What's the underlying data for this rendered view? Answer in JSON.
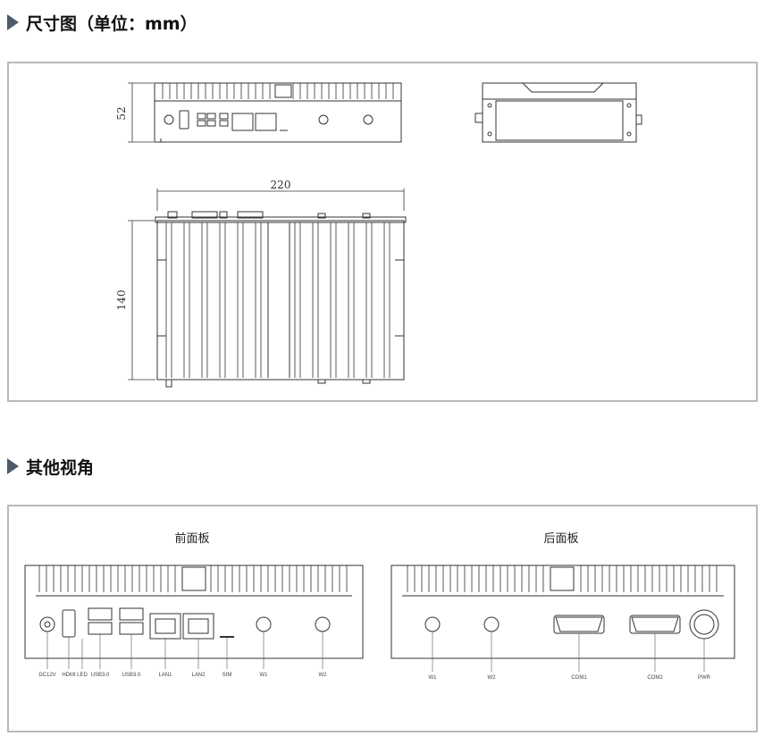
{
  "sections": {
    "dimensions": {
      "title": "尺寸图（单位：mm）"
    },
    "views": {
      "title": "其他视角"
    }
  },
  "dimension_labels": {
    "height": "52",
    "width": "220",
    "depth": "140"
  },
  "front_panel": {
    "title": "前面板",
    "ports": [
      "DC12V",
      "HDMI",
      "LED",
      "USB3.0",
      "USB3.0",
      "LAN1",
      "LAN2",
      "SIM",
      "W1",
      "W2"
    ]
  },
  "rear_panel": {
    "title": "后面板",
    "ports": [
      "W1",
      "W2",
      "COM1",
      "COM2",
      "PWR"
    ]
  },
  "colors": {
    "accent": "#4d5b6b",
    "border": "#b9b9b9",
    "line": "#333333"
  }
}
